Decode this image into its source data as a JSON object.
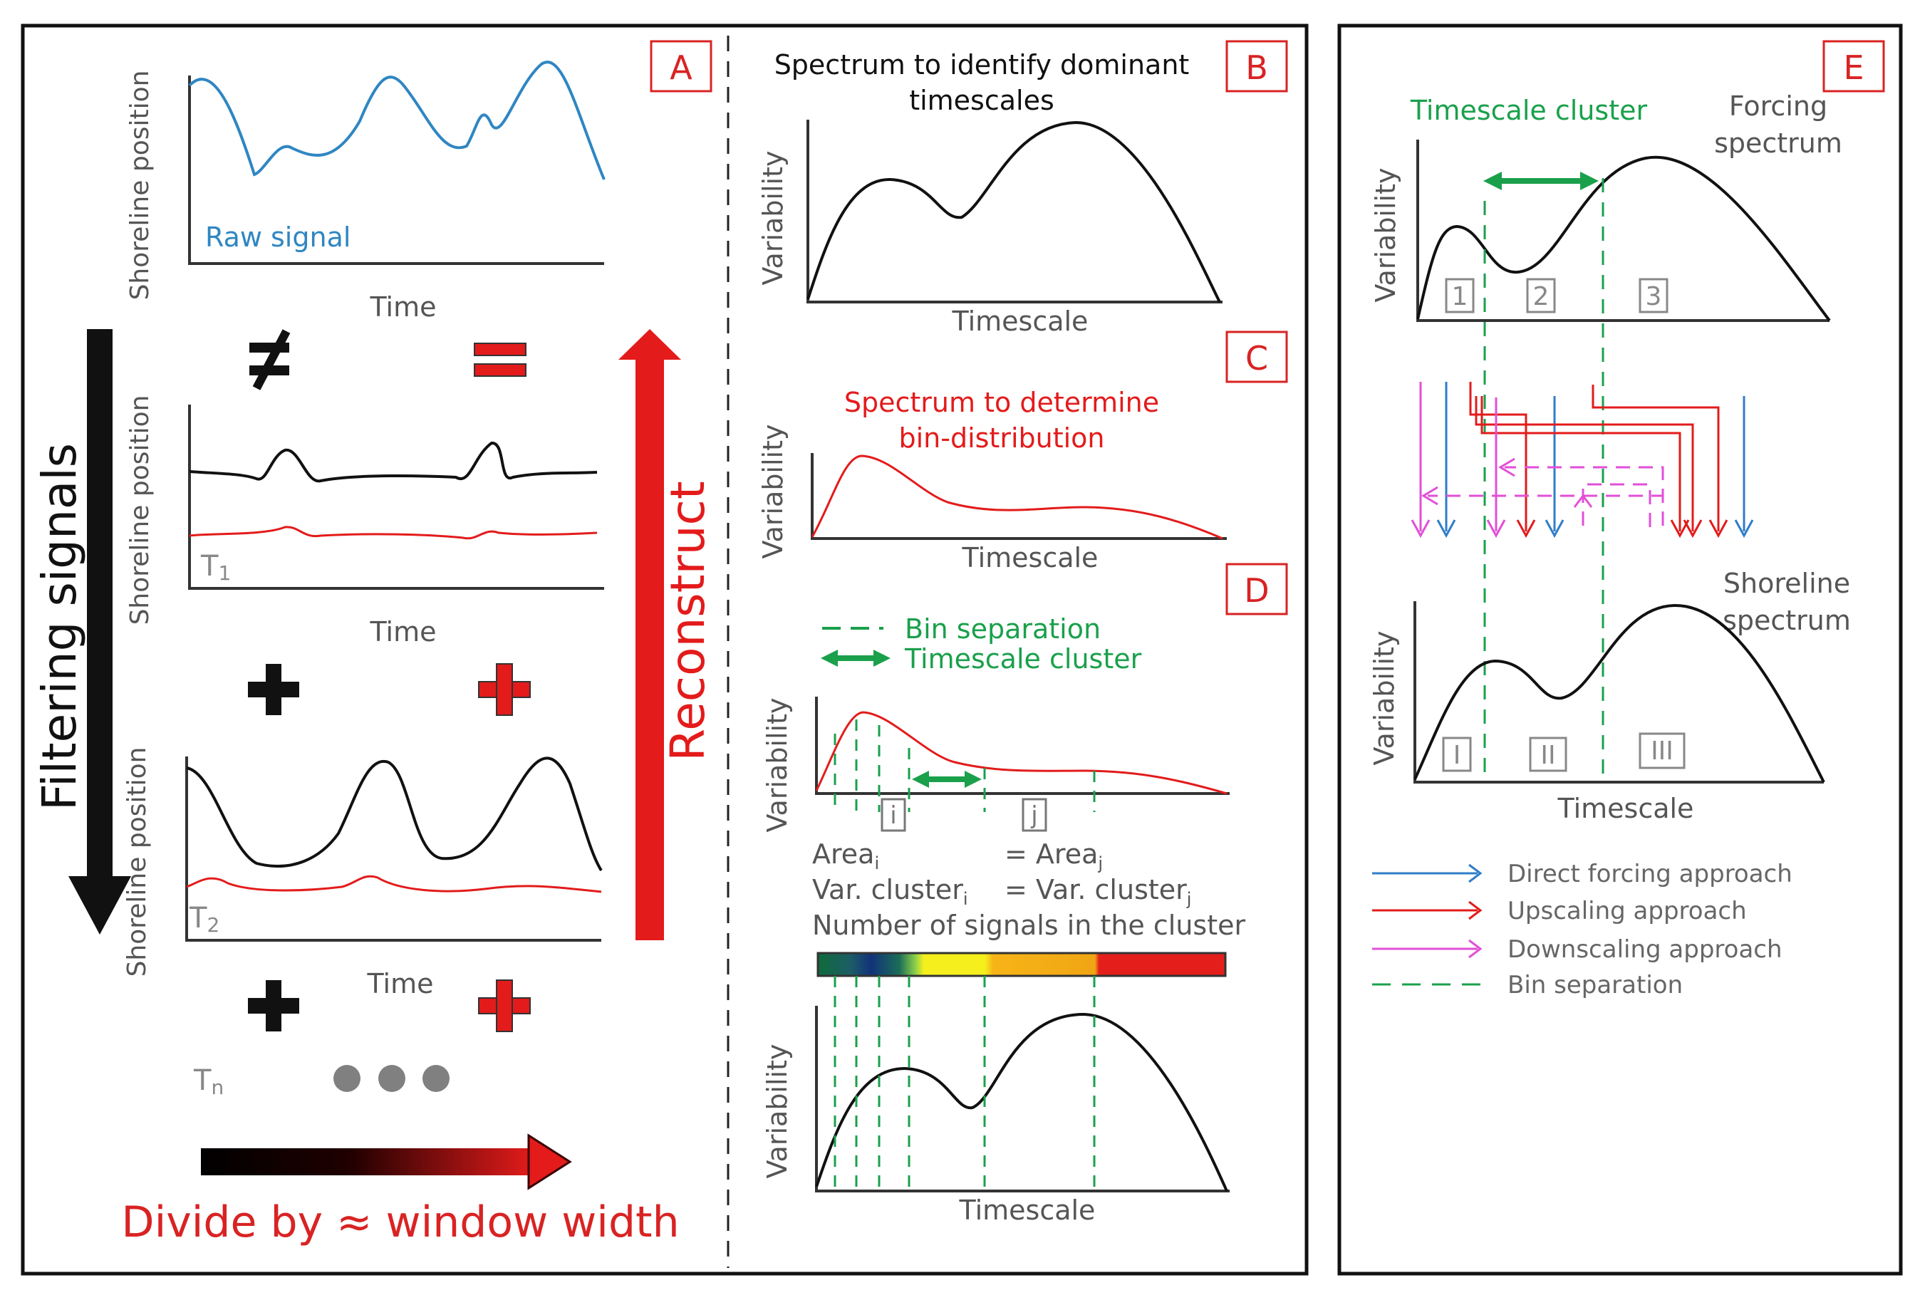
{
  "colors": {
    "frame": "#111111",
    "red_accent": "#e31b1b",
    "label_box_red": "#d92323",
    "blue_raw": "#2f86c2",
    "green": "#1aa04b",
    "magenta": "#e24fd8",
    "blue_arrow": "#2f7dc8",
    "gray_text": "#555555",
    "colorbar": [
      "#0f6b3a",
      "#12327a",
      "#1b6d58",
      "#f5ef1d",
      "#f7b417",
      "#ef8a10",
      "#e41f1b"
    ]
  },
  "panel_a": {
    "label": "A",
    "ylabel_shoreline": "Shoreline position",
    "xlabel_time": "Time",
    "raw_signal_label": "Raw signal",
    "t1_label": "T",
    "t1_sub": "1",
    "t2_label": "T",
    "t2_sub": "2",
    "tn_label": "T",
    "tn_sub": "n",
    "not_equal_icon": "not-equal-icon",
    "equal_icon": "equals-icon",
    "plus_icon": "plus-icon",
    "ellipsis_icon": "ellipsis-icon",
    "filtering_label": "Filtering signals",
    "reconstruct_label": "Reconstruct",
    "divide_label": "Divide by ≈ window width"
  },
  "panel_b": {
    "label": "B",
    "title_line1": "Spectrum to identify dominant",
    "title_line2": "timescales",
    "ylabel": "Variability",
    "xlabel": "Timescale"
  },
  "panel_c": {
    "label": "C",
    "title_line1": "Spectrum to determine",
    "title_line2": "bin-distribution",
    "ylabel": "Variability",
    "xlabel": "Timescale"
  },
  "panel_d": {
    "label": "D",
    "legend_bin": "Bin separation",
    "legend_cluster": "Timescale cluster",
    "ylabel": "Variability",
    "box_i": "i",
    "box_j": "j",
    "area_i": "Area",
    "area_i_sub": "i",
    "area_j": "= Area",
    "area_j_sub": "j",
    "var_i": "Var. cluster",
    "var_i_sub": "i",
    "var_j": "= Var. cluster",
    "var_j_sub": "j",
    "colorbar_title": "Number of signals in the cluster",
    "ylabel_bottom": "Variability",
    "xlabel_bottom": "Timescale"
  },
  "panel_e": {
    "label": "E",
    "cluster_label": "Timescale cluster",
    "forcing_line1": "Forcing",
    "forcing_line2": "spectrum",
    "ylabel_top": "Variability",
    "box_1": "1",
    "box_2": "2",
    "box_3": "3",
    "shoreline_line1": "Shoreline",
    "shoreline_line2": "spectrum",
    "ylabel_bottom": "Variability",
    "box_I": "I",
    "box_II": "II",
    "box_III": "III",
    "xlabel": "Timescale",
    "legend": [
      {
        "label": "Direct forcing approach",
        "color": "#2f7dc8",
        "style": "arrow"
      },
      {
        "label": "Upscaling approach",
        "color": "#e31b1b",
        "style": "arrow"
      },
      {
        "label": "Downscaling approach",
        "color": "#e24fd8",
        "style": "arrow"
      },
      {
        "label": "Bin separation",
        "color": "#1aa04b",
        "style": "dashed"
      }
    ]
  }
}
